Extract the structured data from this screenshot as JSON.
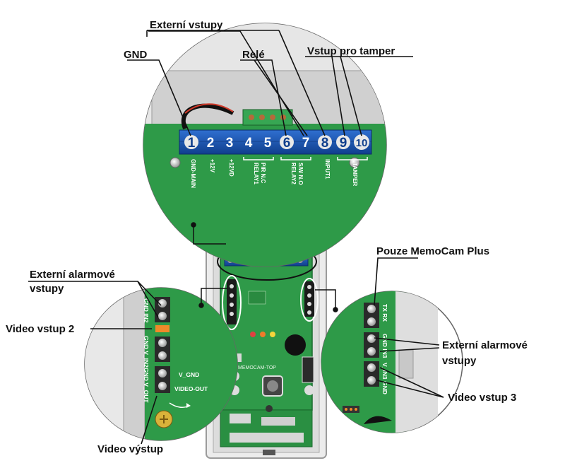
{
  "callouts": {
    "externi_vstupy": "Externí vstupy",
    "gnd": "GND",
    "rele": "Relé",
    "vstup_tamper": "Vstup pro tamper",
    "pouze_memocam": "Pouze MemoCam Plus",
    "externi_alarmove_left_1": "Externí alarmové",
    "externi_alarmove_left_2": "vstupy",
    "video_vstup_2": "Video vstup 2",
    "video_vystup": "Video výstup",
    "externi_alarmove_right_1": "Externí alarmové",
    "externi_alarmove_right_2": "vstupy",
    "video_vstup_3": "Video vstup 3"
  },
  "terminals": [
    "1",
    "2",
    "3",
    "4",
    "5",
    "6",
    "7",
    "8",
    "9",
    "10"
  ],
  "terminal_labels": {
    "gnd_main": "GND-MAIN",
    "p12v": "+12V",
    "p12vd": "+12VD",
    "relay1": "RELAY1",
    "pir_nc": "PIR N.C",
    "relay2": "RELAY2",
    "sw_no": "S/W N.O",
    "input1": "INPUT1",
    "tamper": "TAMPER"
  },
  "left_pins": {
    "gnd_in2": "GND IN2",
    "gnd_v_in2": "GND V_IN2",
    "gnd_v_out": "GND V_OUT",
    "v_gnd": "V_GND",
    "video_out": "VIDEO-OUT"
  },
  "right_pins": {
    "tx_rx": "TX RX",
    "gnd_in3": "GND IN3",
    "v_in3_gnd": "V_IN3 GND"
  },
  "board": {
    "name": "MEMOCAM-TOP"
  }
}
